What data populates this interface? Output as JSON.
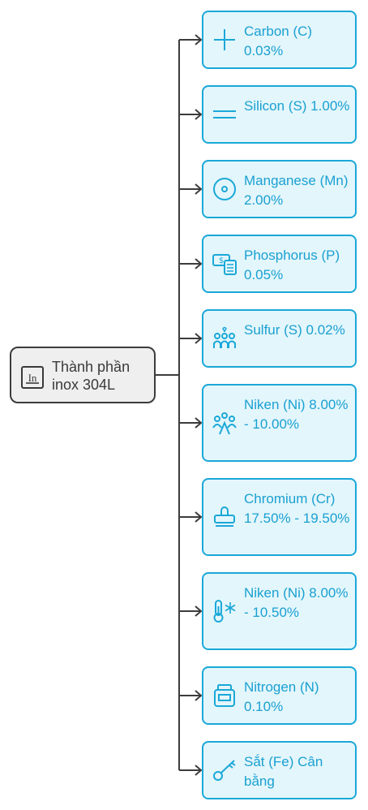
{
  "root": {
    "label": "Thành phần inox 304L",
    "icon": "text-box-icon"
  },
  "nodes": [
    {
      "label": "Carbon (C) 0.03%",
      "icon": "plus-icon"
    },
    {
      "label": "Silicon (S) 1.00%",
      "icon": "equals-icon"
    },
    {
      "label": "Manganese (Mn) 2.00%",
      "icon": "target-icon"
    },
    {
      "label": "Phosphorus (P) 0.05%",
      "icon": "money-calculator-icon"
    },
    {
      "label": "Sulfur (S) 0.02%",
      "icon": "family-icon"
    },
    {
      "label": "Niken (Ni) 8.00% - 10.00%",
      "icon": "group-icon"
    },
    {
      "label": "Chromium (Cr) 17.50% - 19.50%",
      "icon": "stamp-icon"
    },
    {
      "label": "Niken (Ni) 8.00% - 10.50%",
      "icon": "thermometer-snow-icon"
    },
    {
      "label": "Nitrogen (N) 0.10%",
      "icon": "jar-icon"
    },
    {
      "label": "Sắt (Fe) Cân bằng",
      "icon": "key-icon"
    }
  ],
  "colors": {
    "node_border": "#1aa8d8",
    "node_fill": "#e3f6fb",
    "node_text": "#1aa0d2",
    "root_border": "#3c3c3c",
    "connector": "#3c3c3c"
  }
}
